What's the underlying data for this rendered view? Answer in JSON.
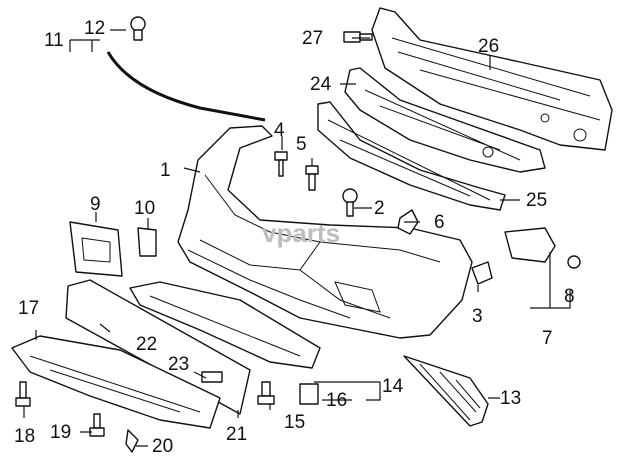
{
  "diagram": {
    "callouts": [
      "1",
      "2",
      "3",
      "4",
      "5",
      "6",
      "7",
      "8",
      "10",
      "11",
      "12",
      "13",
      "14",
      "15",
      "16",
      "17",
      "18",
      "19",
      "20",
      "21",
      "22",
      "23",
      "24",
      "25",
      "26",
      "27",
      "9"
    ],
    "watermark": "vparts"
  }
}
